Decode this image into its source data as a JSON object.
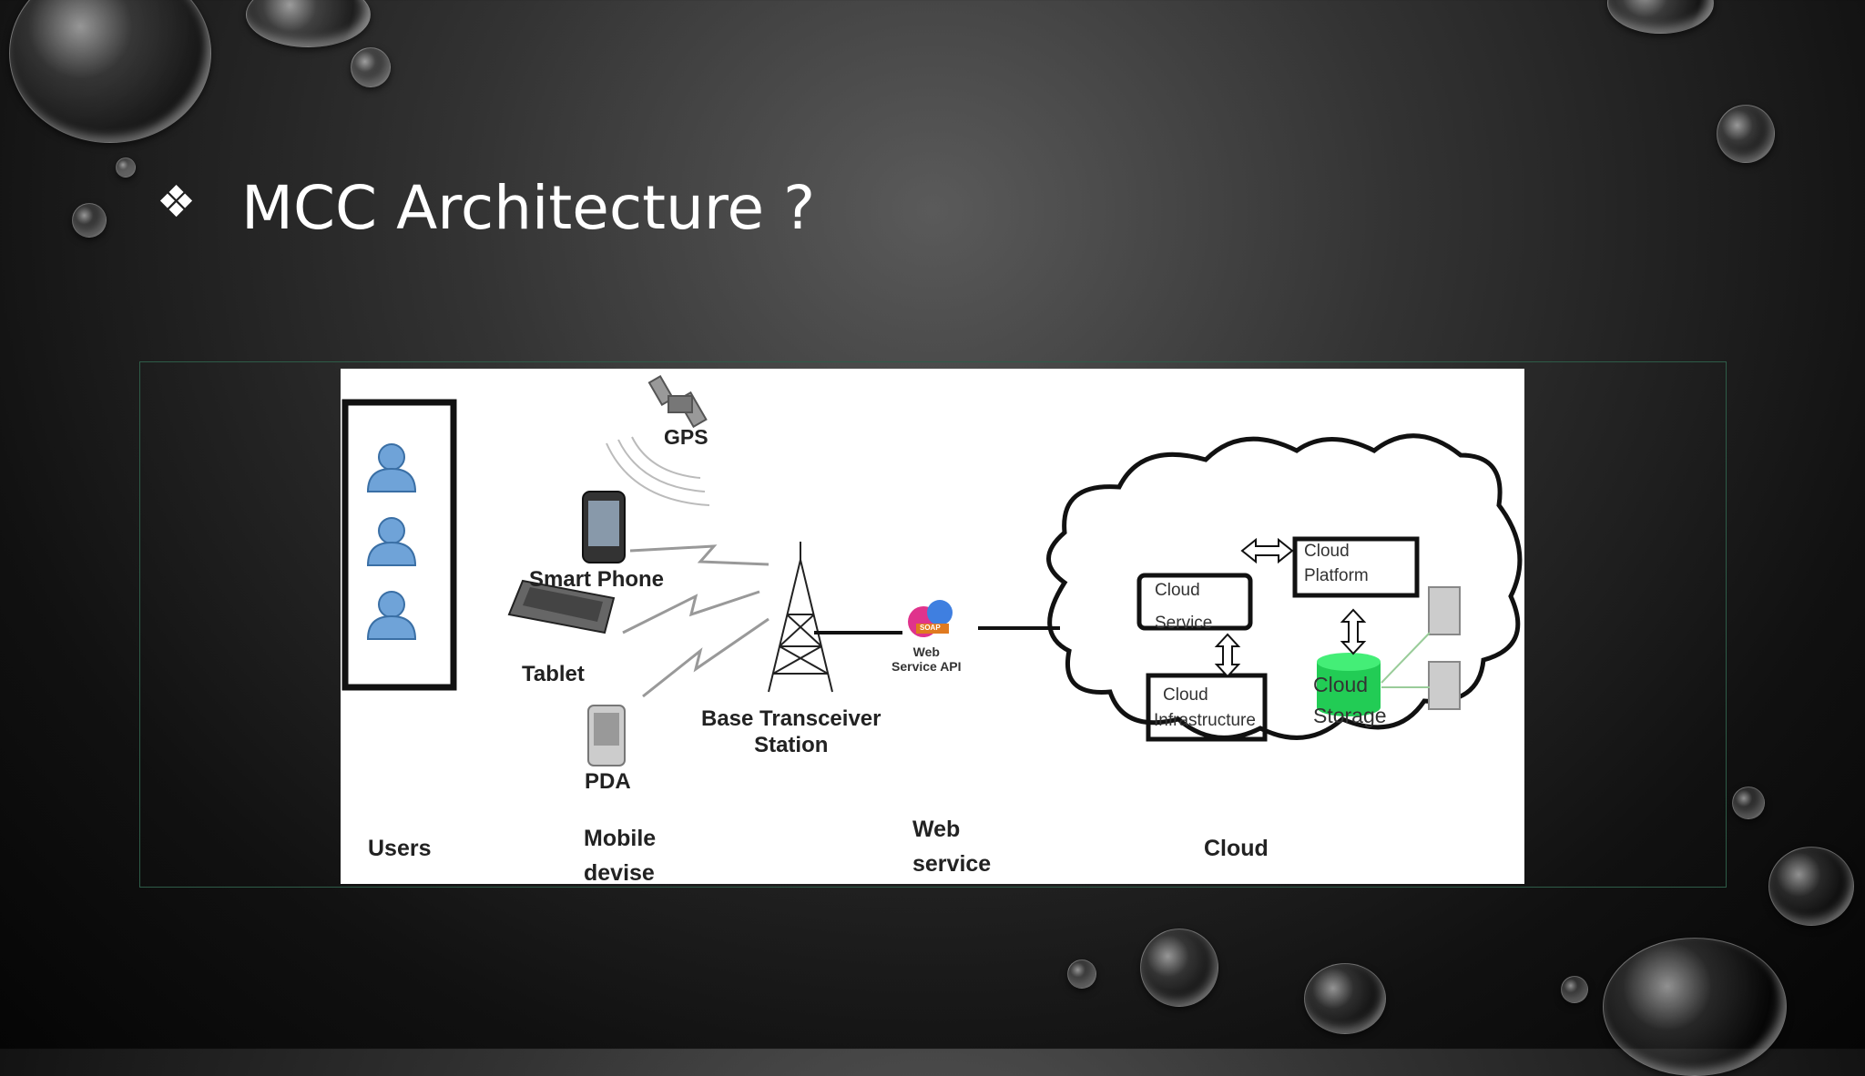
{
  "slide": {
    "title": "MCC Architecture ?",
    "bullet": "❖"
  },
  "diagram": {
    "gps": "GPS",
    "smart_phone": "Smart Phone",
    "tablet": "Tablet",
    "pda": "PDA",
    "base_station_line1": "Base Transceiver",
    "base_station_line2": "Station",
    "web_api_line1": "Web",
    "web_api_line2": "Service API",
    "soap": "SOAP",
    "cloud_service_line1": "Cloud",
    "cloud_service_line2": "Service",
    "cloud_platform_line1": "Cloud",
    "cloud_platform_line2": "Platform",
    "cloud_infra_line1": "Cloud",
    "cloud_infra_line2": "Infrastructure",
    "cloud_storage_line1": "Cloud",
    "cloud_storage_line2": "Storage",
    "col_users": "Users",
    "col_mobile_line1": "Mobile",
    "col_mobile_line2": "devise",
    "col_web_line1": "Web",
    "col_web_line2": "service",
    "col_cloud": "Cloud"
  },
  "colors": {
    "background": "#1a1a1a",
    "frame_border": "#2e5c48",
    "user_icon": "#6fa3d8",
    "storage": "#22cc55"
  }
}
